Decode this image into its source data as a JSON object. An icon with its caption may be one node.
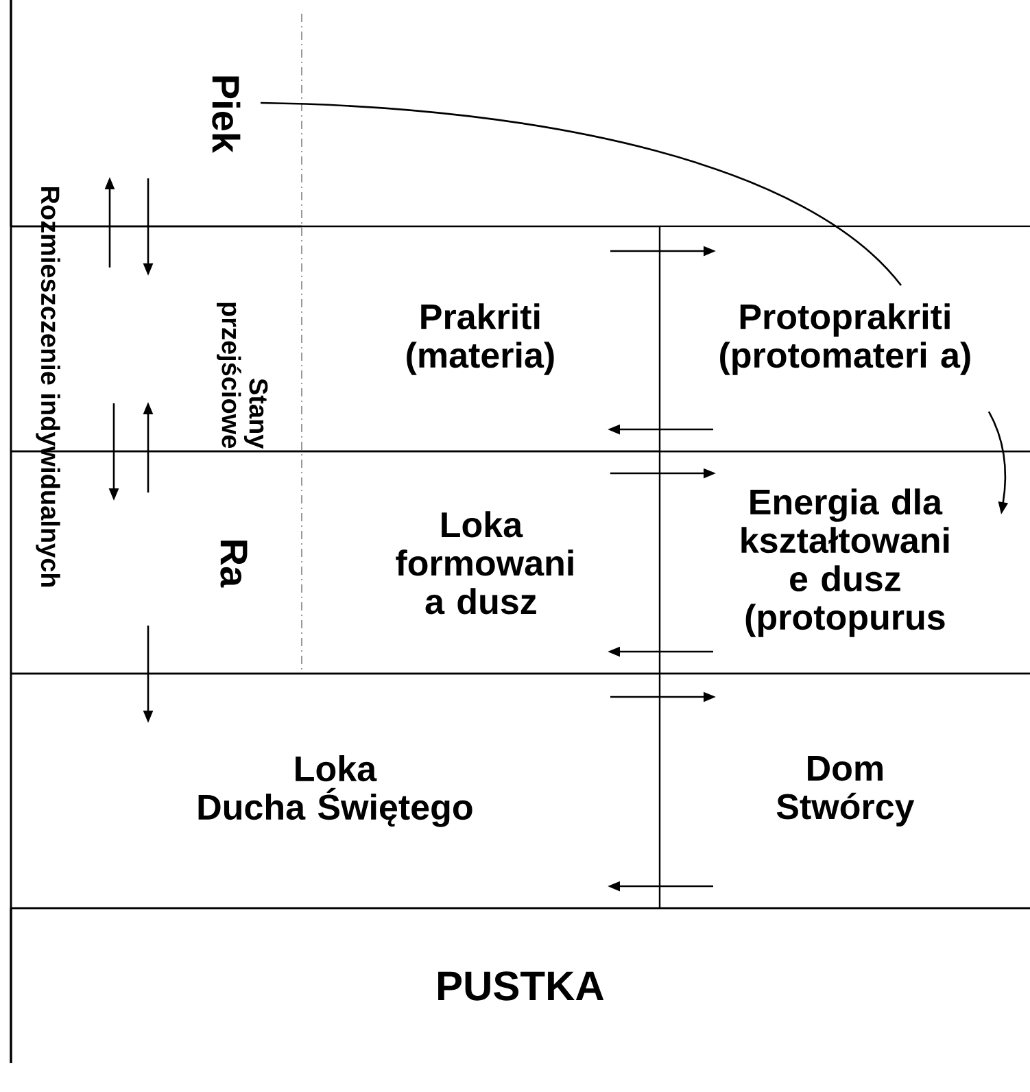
{
  "diagram": {
    "nodes": [
      {
        "text": [
          "Piek"
        ]
      },
      {
        "text": [
          "Stany przejściowe"
        ]
      },
      {
        "text": [
          "Prakriti (materia)"
        ]
      },
      {
        "text": [
          "Protoprakriti (protomateri a)"
        ]
      },
      {
        "text": [
          "Ra"
        ]
      },
      {
        "text": [
          "Loka formowani a dusz"
        ]
      },
      {
        "text": [
          "Energia dla kształtowani e dusz (protopurus"
        ]
      },
      {
        "text": [
          "Loka",
          "Ducha Świętego"
        ]
      },
      {
        "text": [
          "Dom Stwórcy"
        ]
      },
      {
        "text": [
          "PUSTKA"
        ]
      }
    ],
    "edges": [
      {
        "from": 0,
        "to": 3,
        "arrow": "none"
      },
      {
        "from": 3,
        "to": 6,
        "arrow": "to"
      },
      {
        "from": 1,
        "to": 0,
        "arrow": "to"
      },
      {
        "from": 0,
        "to": 1,
        "arrow": "to"
      },
      {
        "from": 1,
        "to": 4,
        "arrow": "to"
      },
      {
        "from": 4,
        "to": 1,
        "arrow": "to"
      },
      {
        "from": 4,
        "to": 7,
        "arrow": "to"
      },
      {
        "from": 2,
        "to": 3,
        "arrow": "to"
      },
      {
        "from": 3,
        "to": 2,
        "arrow": "to"
      },
      {
        "from": 5,
        "to": 6,
        "arrow": "to"
      },
      {
        "from": 6,
        "to": 5,
        "arrow": "to"
      },
      {
        "from": 7,
        "to": 8,
        "arrow": "to"
      },
      {
        "from": 8,
        "to": 7,
        "arrow": "to"
      }
    ],
    "labels": [
      "Rozmieszczenie indywidualnych"
    ]
  }
}
